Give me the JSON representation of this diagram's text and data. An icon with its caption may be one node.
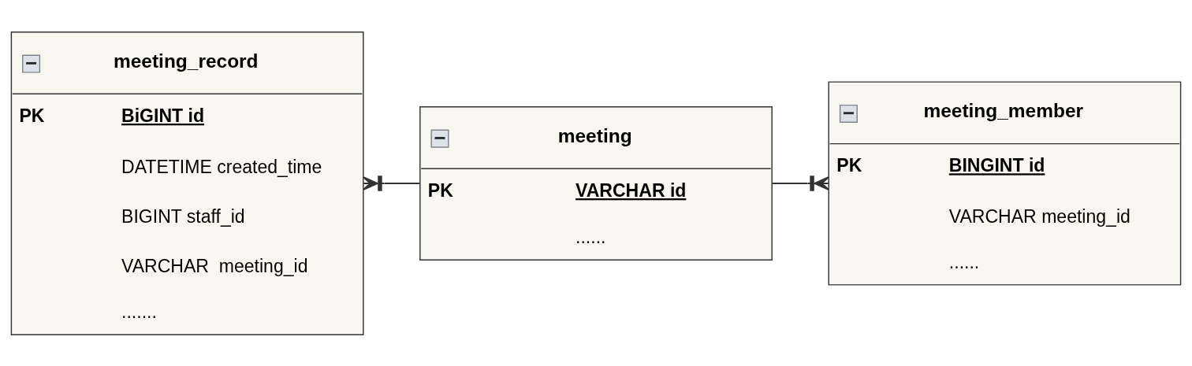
{
  "diagram": {
    "nodes": [
      {
        "text": [
          "meeting_record",
          "PK",
          "BiGINT id",
          "DATETIME created_time",
          "BIGINT staff_id",
          "VARCHAR  meeting_id",
          "......."
        ]
      },
      {
        "text": [
          "meeting",
          "PK",
          "VARCHAR id",
          "......"
        ]
      },
      {
        "text": [
          "meeting_member",
          "PK",
          "BINGINT id",
          "VARCHAR meeting_id",
          "......"
        ]
      }
    ],
    "edges": [
      {
        "from": 1,
        "to": 0,
        "arrow": "other"
      },
      {
        "from": 1,
        "to": 2,
        "arrow": "other"
      }
    ]
  }
}
